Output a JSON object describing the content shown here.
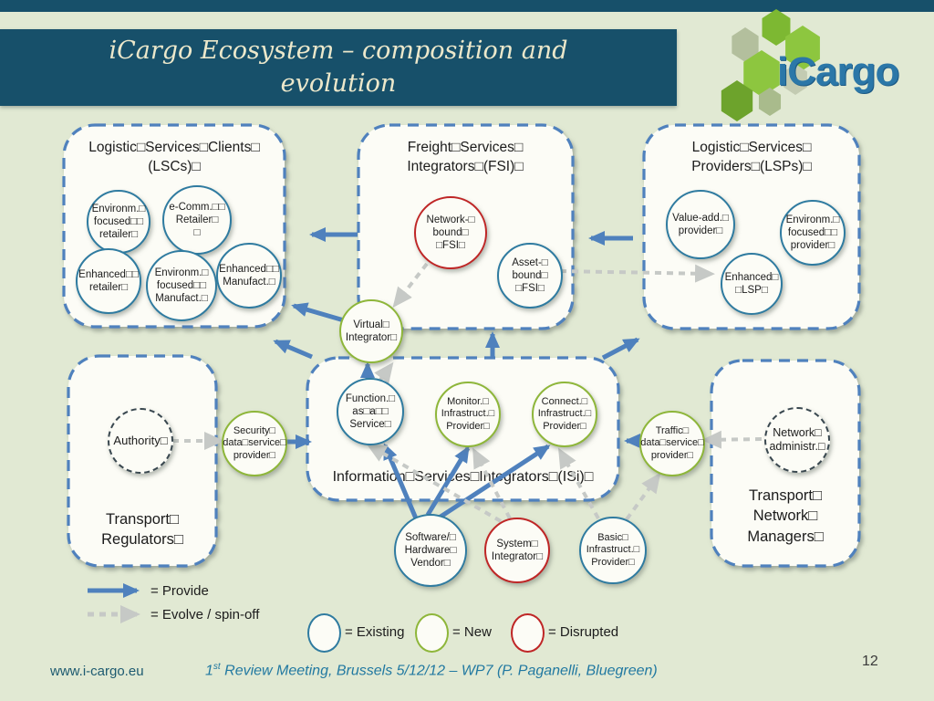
{
  "slide": {
    "title_line1": "iCargo Ecosystem – composition and",
    "title_line2": "evolution",
    "logo_text": "iCargo"
  },
  "boxes": {
    "lsc": {
      "title": "Logistic□Services□Clients□\n(LSCs)□"
    },
    "fsi": {
      "title": "Freight□Services□\nIntegrators□(FSI)□"
    },
    "lsp": {
      "title": "Logistic□Services□\nProviders□(LSPs)□"
    },
    "isi": {
      "title": "Information□Services□Integrators□(ISi)□"
    },
    "regulators": {
      "title": "Transport□\nRegulators□"
    },
    "managers": {
      "title": "Transport□\nNetwork□\nManagers□"
    }
  },
  "nodes": {
    "env_retailer": "Environm.□\nfocused□□\nretailer□",
    "ecomm_retailer": "e-Comm.□□\nRetailer□\n□",
    "enh_retailer": "Enhanced□□\nretailer□",
    "env_manufact": "Environm.□\nfocused□□\nManufact.□",
    "enh_manufact": "Enhanced□□\nManufact.□",
    "network_fsi": "Network-□\nbound□\n□FSI□",
    "asset_fsi": "Asset-□\nbound□\n□FSI□",
    "value_add": "Value-add.□\nprovider□",
    "env_provider": "Environm.□\nfocused□□\nprovider□",
    "enhanced_lsp": "Enhanced□\n□LSP□",
    "virtual_integrator": "Virtual□\nIntegrator□",
    "security_provider": "Security□\ndata□service□\nprovider□",
    "traffic_provider": "Traffic□\ndata□service□\nprovider□",
    "function_service": "Function.□\nas□a□□\nService□",
    "monitor_provider": "Monitor.□\nInfrastruct.□\nProvider□",
    "connect_provider": "Connect.□\nInfrastruct.□\nProvider□",
    "authority": "Authority□",
    "network_admin": "Network□\nadministr.□",
    "sw_vendor": "Software/□\nHardware□\nVendor□",
    "system_integrator": "System□\nIntegrator□",
    "basic_provider": "Basic□\nInfrastruct.□\nProvider□"
  },
  "legend": {
    "provide_label": "= Provide",
    "evolve_label": "= Evolve / spin-off",
    "existing_label": "= Existing",
    "new_label": "= New",
    "disrupted_label": "= Disrupted"
  },
  "footer": {
    "left": "www.i-cargo.eu",
    "center_num": "1",
    "center_sup": "st",
    "center_rest": " Review Meeting, Brussels 5/12/12 – WP7 (P. Paganelli, Bluegreen)",
    "page_number": "12"
  },
  "colors": {
    "background": "#e1e9d3",
    "band": "#17506a",
    "box_border": "#4f81bd",
    "existing": "#2f7ba0",
    "new": "#8eb63a",
    "disrupted": "#bf2626",
    "provide_arrow": "#4f81bd",
    "evolve_arrow": "#c6c9c6",
    "logo_green": "#8dc63f",
    "logo_blue": "#2b77a8"
  }
}
